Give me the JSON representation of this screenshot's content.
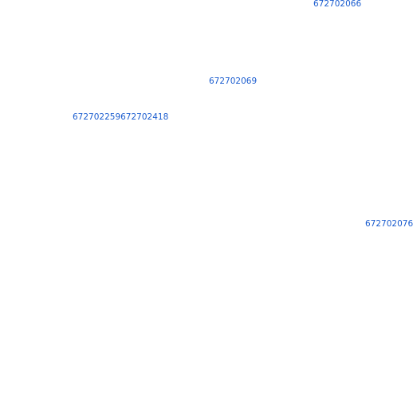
{
  "map": {
    "link_color": "#1a5ccf",
    "background_color": "#ffffff",
    "labels": [
      {
        "text": "672702066"
      },
      {
        "text": "672702069"
      },
      {
        "text": "672702259"
      },
      {
        "text": "672702418"
      },
      {
        "text": "672702076"
      }
    ]
  }
}
